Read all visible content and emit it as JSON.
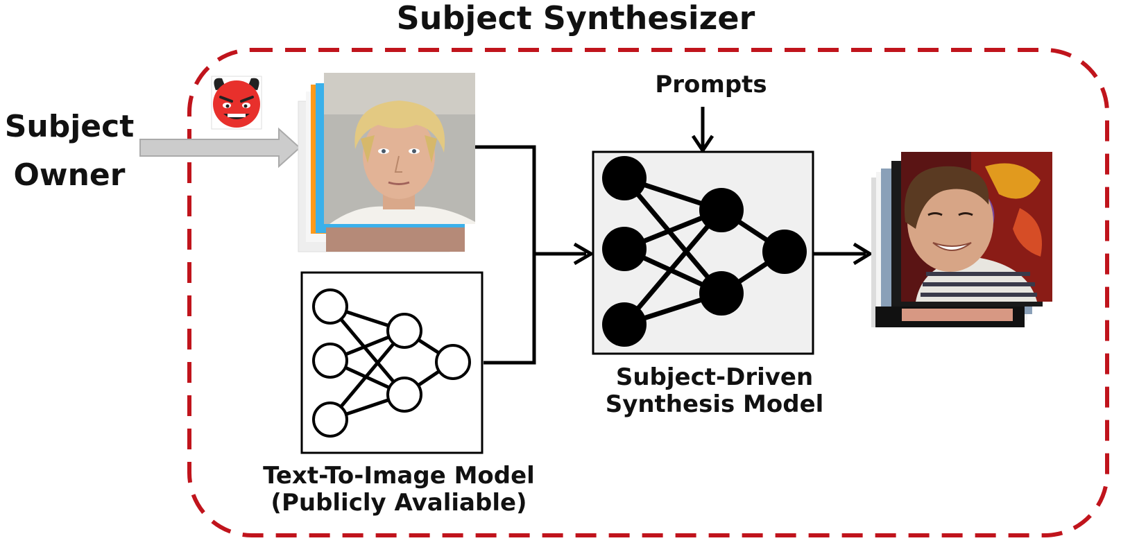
{
  "title": "Subject Synthesizer",
  "subject_owner": {
    "line1": "Subject",
    "line2": "Owner"
  },
  "prompts": "Prompts",
  "subject_driven_model": {
    "line1": "Subject-Driven",
    "line2": "Synthesis Model"
  },
  "text_to_image_model": {
    "line1": "Text-To-Image Model",
    "line2": "(Publicly Avaliable)"
  },
  "icons": {
    "owner_avatar": "devil-face-icon",
    "input_photos": "face-photo-stack",
    "output_photos": "synthesized-photo-stack",
    "network": "neural-network-icon"
  },
  "colors": {
    "boundary": "#c0141c",
    "arrow": "#000000",
    "owner_arrow": "#cccccc",
    "devil": "#e8302c",
    "model_box_fill": "#f0f0f0"
  }
}
